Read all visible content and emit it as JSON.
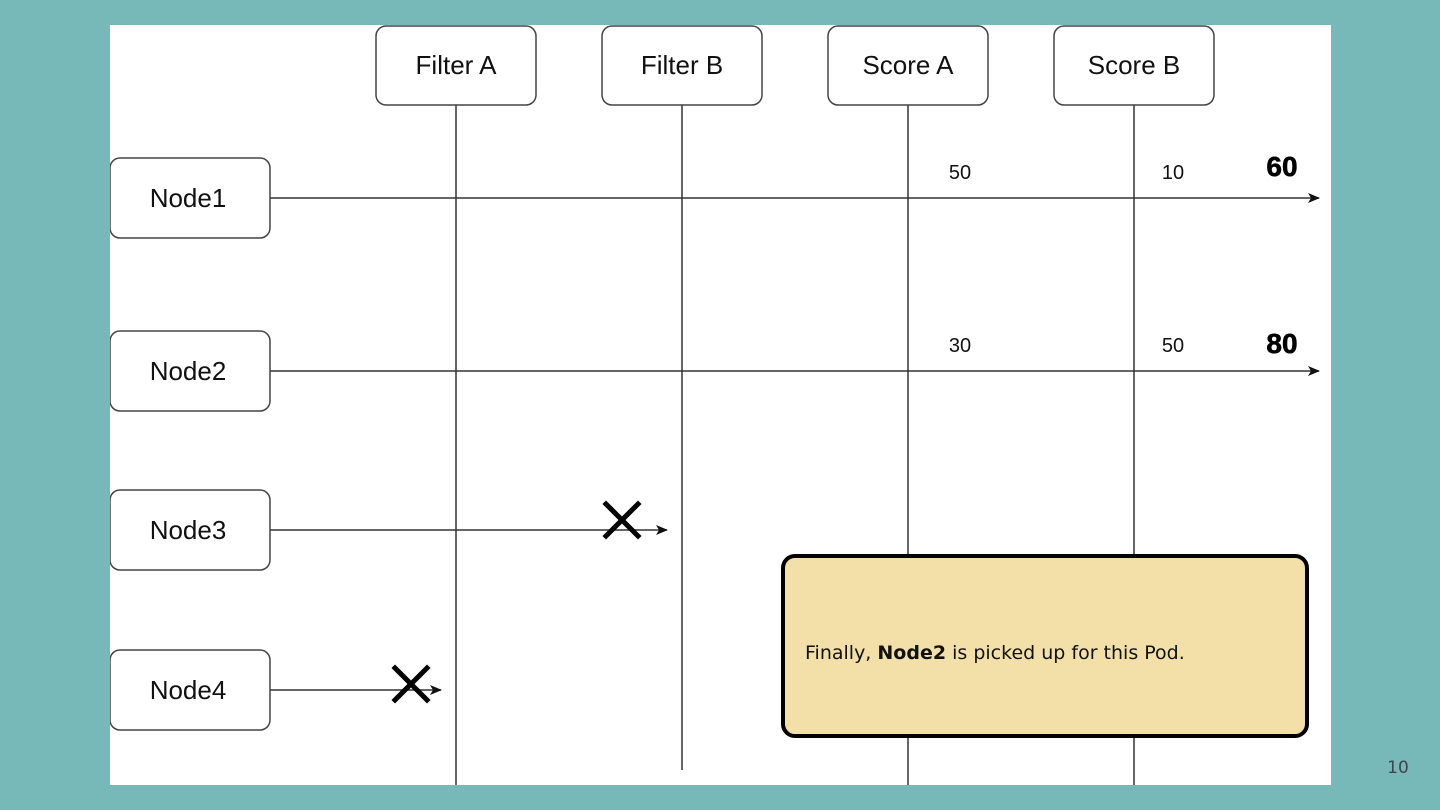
{
  "diagram": {
    "plugins": [
      {
        "id": "filter-a",
        "label": "Filter A"
      },
      {
        "id": "filter-b",
        "label": "Filter B"
      },
      {
        "id": "score-a",
        "label": "Score A"
      },
      {
        "id": "score-b",
        "label": "Score B"
      }
    ],
    "nodes": [
      {
        "id": "node1",
        "label": "Node1",
        "scores": [
          "50",
          "10"
        ],
        "total": "60",
        "rejected_at": null
      },
      {
        "id": "node2",
        "label": "Node2",
        "scores": [
          "30",
          "50"
        ],
        "total": "80",
        "rejected_at": null
      },
      {
        "id": "node3",
        "label": "Node3",
        "scores": [],
        "total": null,
        "rejected_at": "filter-b"
      },
      {
        "id": "node4",
        "label": "Node4",
        "scores": [],
        "total": null,
        "rejected_at": "filter-a"
      }
    ]
  },
  "callout": {
    "prefix": "Finally, ",
    "highlight": "Node2",
    "suffix": " is picked up for this Pod."
  },
  "slide": {
    "page_number": "10"
  }
}
